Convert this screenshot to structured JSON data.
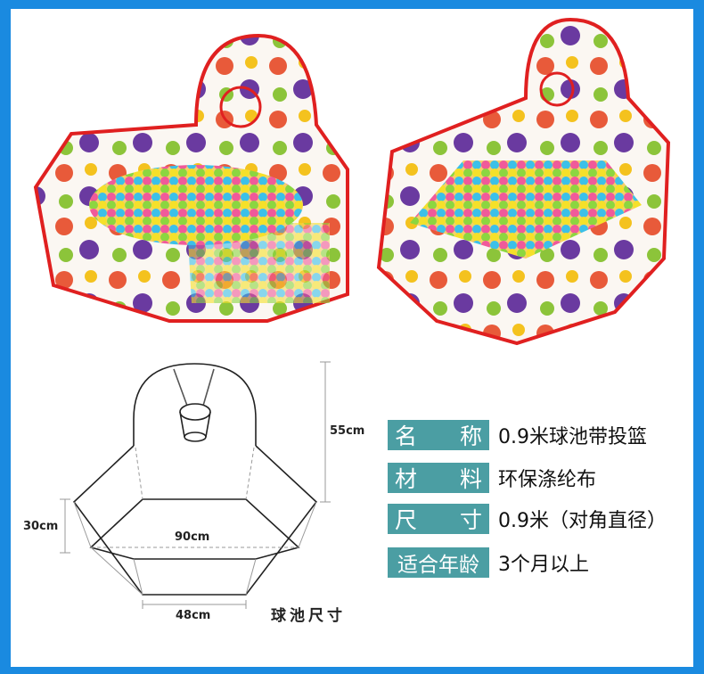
{
  "specs": [
    {
      "label_a": "名",
      "label_b": "称",
      "value": "0.9米球池带投篮"
    },
    {
      "label_a": "材",
      "label_b": "料",
      "value": "环保涤纶布"
    },
    {
      "label_a": "尺",
      "label_b": "寸",
      "value": "0.9米（对角直径）"
    },
    {
      "label_a": "适合年龄",
      "label_b": "",
      "value": "3个月以上"
    }
  ],
  "diagram": {
    "height_back": "55cm",
    "height_side": "30cm",
    "diagonal": "90cm",
    "edge": "48cm",
    "caption": "球池尺寸"
  },
  "colors": {
    "frame": "#1a8ae0",
    "label_bg": "#4b9ea3",
    "pit_border": "#e02020"
  }
}
